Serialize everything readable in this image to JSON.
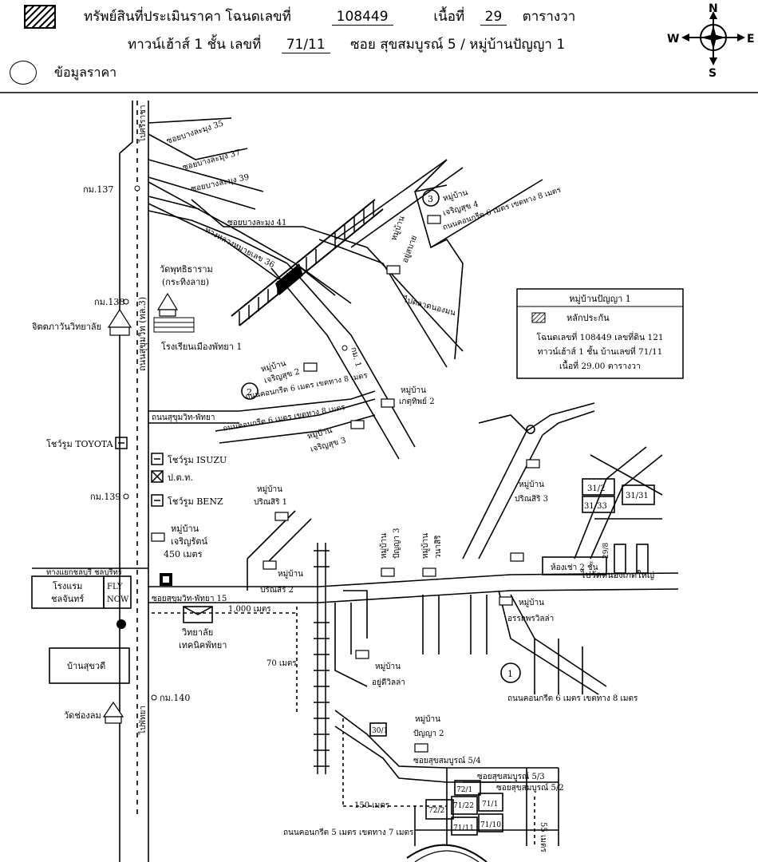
{
  "header": {
    "line1_prefix": "ทรัพย์สินที่ประเมินราคา โฉนดเลขที่",
    "deed_no": "108449",
    "area_label": "เนื้อที่",
    "area_value": "29",
    "area_unit": "ตารางวา",
    "line2_prefix": "ทาวน์เฮ้าส์ 1 ชั้น  เลขที่",
    "house_no": "71/11",
    "line2_suffix": "ซอย  สุขสมบูรณ์ 5 / หมู่บ้านปัญญา 1",
    "price_legend": "ข้อมูลราคา"
  },
  "compass": {
    "n": "N",
    "s": "S",
    "e": "E",
    "w": "W"
  },
  "legend_box": {
    "title": "หมู่บ้านปัญญา 1",
    "marker": "หลักประกัน",
    "line1": "โฉนดเลขที่ 108449 เลขที่ดิน 121",
    "line2": "ทาวน์เฮ้าส์ 1 ชั้น บ้านเลขที่ 71/11",
    "line3": "เนื้อที่ 29.00 ตารางวา"
  },
  "roads": {
    "main_top": "ไปศรีราชา",
    "main_bottom": "ไปพัทยา",
    "main_mid": "ถนนสุขุมวิท (ทล.3)",
    "soi35": "ซอยบางละมุง 35",
    "soi37": "ซอยบางละมุง 37",
    "soi39": "ซอยบางละมุง 39",
    "soi41": "ซอยบางละมุง 41",
    "hwy36": "ทางหลวงหมายเลข 36",
    "to_market": "ไปตลาดนองมน",
    "sukhumvit_pattaya": "ถนนสุขุมวิท-พัทยา",
    "sukhumvit_pattaya15": "ซอยสุขุมวิท-พัทยา 15",
    "nongprue": "ไปวัดหนองเกตใหญ่",
    "chon": "ทางแยกชลบุรี ชลบุรีทร์",
    "concrete8": "ถนนคอนกรีต 6 เมตร เขตทาง 8 เมตร",
    "concrete8b": "ถนนคอนกรีต 6 เมตร เขตทาง 8 เมตร",
    "concrete8c": "ถนนคอนกรีต 6 เมตร เขตทาง 8 เมตร",
    "concrete_bottom": "ถนนคอนกรีต 6 เมตร เขตทาง 8 เมตร",
    "concrete5": "ถนนคอนกรีต 5 เมตร เขตทาง 7 เมตร",
    "soi54": "ซอยสุขสมบูรณ์ 5/4",
    "soi53": "ซอยสุขสมบูรณ์ 5/3",
    "soi52": "ซอยสุขสมบูรณ์ 5/2"
  },
  "places": {
    "km137": "กม.137",
    "km138": "กม.138",
    "km139": "กม.139",
    "km140": "กม.140",
    "km1": "กม. 1",
    "wat_phutthitharam": "วัดพุทธิธาราม",
    "wat_sub": "(กระทิงลาย)",
    "school": "โรงเรียนเมืองพัทยา 1",
    "chitta": "จิตตภาวันวิทยาลัย",
    "toyota": "โชว์รูม TOYOTA",
    "isuzu": "โชว์รูม ISUZU",
    "post": "ป.ต.ท.",
    "benz": "โชว์รูม BENZ",
    "jaroenrat": "หมู่บ้าน",
    "jaroenrat2": "เจริญรัตน์",
    "m450": "450 เมตร",
    "hotel": "โรงแรม",
    "hotel2": "ชลจันทร์",
    "fly": "FLY",
    "fly2": "NOW",
    "college": "วิทยาลัย",
    "college2": "เทคนิคพัทยา",
    "suksawadee": "บ้านสุขวดี",
    "wat_chong": "วัดช่องลม",
    "m1000": "1,000 เมตร",
    "m70": "70 เมตร",
    "m150": "150 เมตร",
    "m55": "55 เมตร",
    "vil_jaroensuk2": "หมู่บ้าน",
    "vil_jaroensuk2b": "เจริญสุข 2",
    "vil_jaroensuk3": "หมู่บ้าน",
    "vil_jaroensuk3b": "เจริญสุข 3",
    "vil_jaroensuk4": "หมู่บ้าน",
    "vil_jaroensuk4b": "เจริญสุข 4",
    "vil_kasetsuk2": "หมู่บ้าน",
    "vil_kasetsuk2b": "เกตุทิพย์ 2",
    "vil_yusabai": "หมู่บ้าน",
    "vil_yusabaib": "อยู่สบาย",
    "vil_prinsiri1": "หมู่บ้าน",
    "vil_prinsiri1b": "ปริณสิริ 1",
    "vil_prinsiri2": "หมู่บ้าน",
    "vil_prinsiri2b": "ปริณสิริ 2",
    "vil_prinsiri3": "หมู่บ้าน",
    "vil_prinsiri3b": "ปริณสิริ 3",
    "vil_panya3": "หมู่บ้าน",
    "vil_panya3b": "ปัญญา 3",
    "vil_wanasi": "หมู่บ้าน",
    "vil_wanasib": "วนาสิริ",
    "vil_orrada": "หมู่บ้าน",
    "vil_oraddab": "อรรถพรวิลล่า",
    "vil_yudee": "หมู่บ้าน",
    "vil_yudeeb": "อยู่ดีวิลล่า",
    "vil_panya2": "หมู่บ้าน",
    "vil_panya2b": "ปัญญา 2",
    "shophouse": "ห้องเช่า 2 ชั้น",
    "p1": "1",
    "p2": "2",
    "p3": "3",
    "lot_31_2": "31/2",
    "lot_31_33": "31/33",
    "lot_31_31": "31/31",
    "lot_29_8": "29/8",
    "lot_30_1": "30/1",
    "lot_72_1": "72/1",
    "lot_72_2": "72/2",
    "lot_71_22": "71/22",
    "lot_71_1": "71/1",
    "lot_71_11": "71/11",
    "lot_71_10": "71/10"
  }
}
